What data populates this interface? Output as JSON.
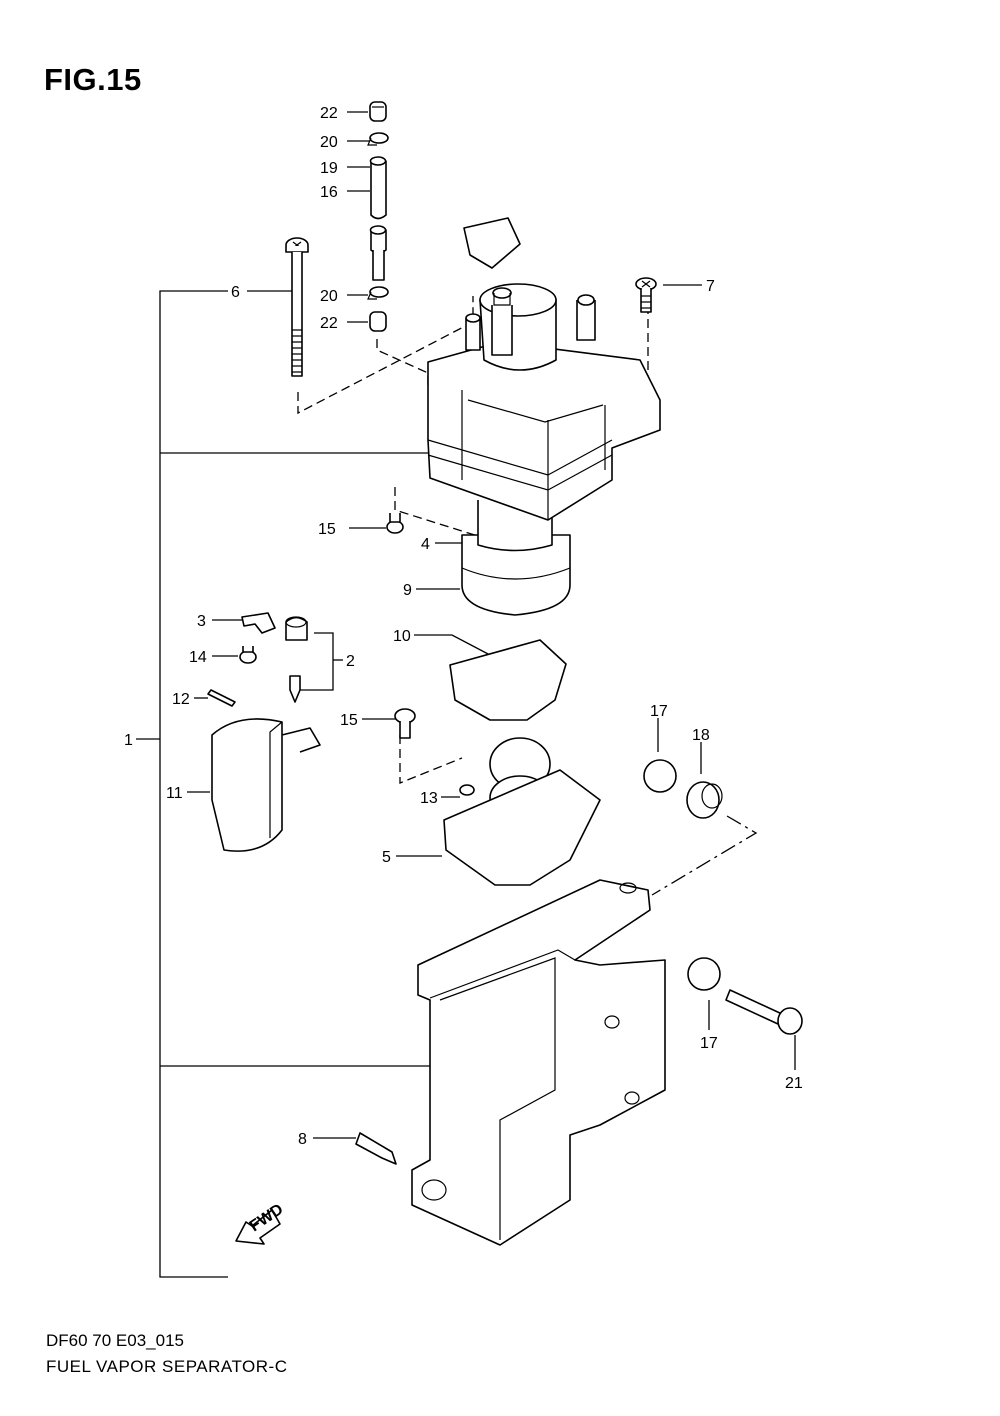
{
  "figure": {
    "title": "FIG.15"
  },
  "footer": {
    "model_code": "DF60 70 E03_015",
    "section_name": "FUEL VAPOR SEPARATOR-C"
  },
  "fwd_mark": "FWD",
  "callouts": [
    {
      "key": "c22a",
      "number": "22"
    },
    {
      "key": "c20a",
      "number": "20"
    },
    {
      "key": "c19",
      "number": "19"
    },
    {
      "key": "c16",
      "number": "16"
    },
    {
      "key": "c6",
      "number": "6"
    },
    {
      "key": "c7",
      "number": "7"
    },
    {
      "key": "c20b",
      "number": "20"
    },
    {
      "key": "c22b",
      "number": "22"
    },
    {
      "key": "c15a",
      "number": "15"
    },
    {
      "key": "c4",
      "number": "4"
    },
    {
      "key": "c9",
      "number": "9"
    },
    {
      "key": "c3",
      "number": "3"
    },
    {
      "key": "c14",
      "number": "14"
    },
    {
      "key": "c2",
      "number": "2"
    },
    {
      "key": "c10",
      "number": "10"
    },
    {
      "key": "c12",
      "number": "12"
    },
    {
      "key": "c15b",
      "number": "15"
    },
    {
      "key": "c17a",
      "number": "17"
    },
    {
      "key": "c18",
      "number": "18"
    },
    {
      "key": "c1",
      "number": "1"
    },
    {
      "key": "c11",
      "number": "11"
    },
    {
      "key": "c13",
      "number": "13"
    },
    {
      "key": "c5",
      "number": "5"
    },
    {
      "key": "c17b",
      "number": "17"
    },
    {
      "key": "c21",
      "number": "21"
    },
    {
      "key": "c8",
      "number": "8"
    }
  ]
}
